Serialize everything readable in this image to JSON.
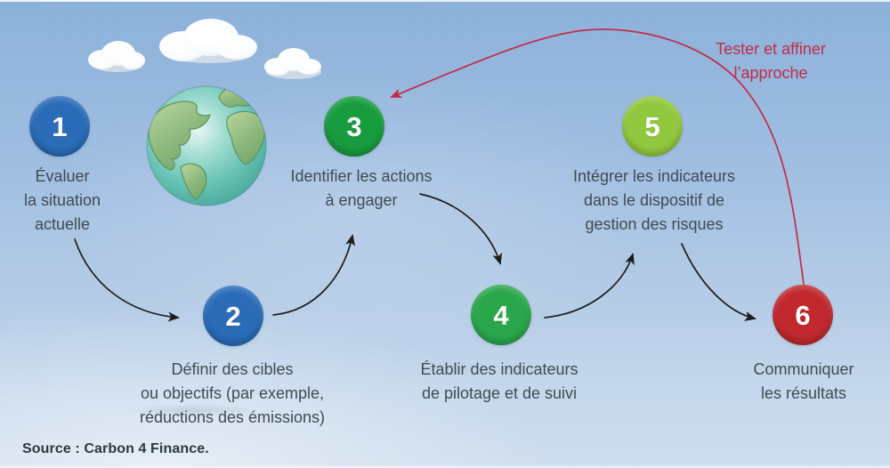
{
  "diagram": {
    "kind": "process-flow",
    "steps": [
      {
        "number": "1",
        "label": "Évaluer\nla situation\nactuelle",
        "color": "#2a6cb7"
      },
      {
        "number": "2",
        "label": "Définir des cibles\nou objectifs (par exemple,\nréductions des émissions)",
        "color": "#2a6cb7"
      },
      {
        "number": "3",
        "label": "Identifier les actions\nà engager",
        "color": "#179c3d"
      },
      {
        "number": "4",
        "label": "Établir des indicateurs\nde pilotage et de suivi",
        "color": "#2aa74b"
      },
      {
        "number": "5",
        "label": "Intégrer les indicateurs\ndans le dispositif de\ngestion des risques",
        "color": "#92c83e"
      },
      {
        "number": "6",
        "label": "Communiquer\nles résultats",
        "color": "#c1292e"
      }
    ],
    "feedback_note": {
      "label": "Tester et affiner\nl’approche",
      "color": "#c32b4a"
    },
    "arrow_color": "#1d1d1b",
    "source": {
      "label": "Source : Carbon 4 Finance."
    },
    "sky_colors": {
      "top": "#8cb1da",
      "bottom": "#cfdeee"
    }
  }
}
